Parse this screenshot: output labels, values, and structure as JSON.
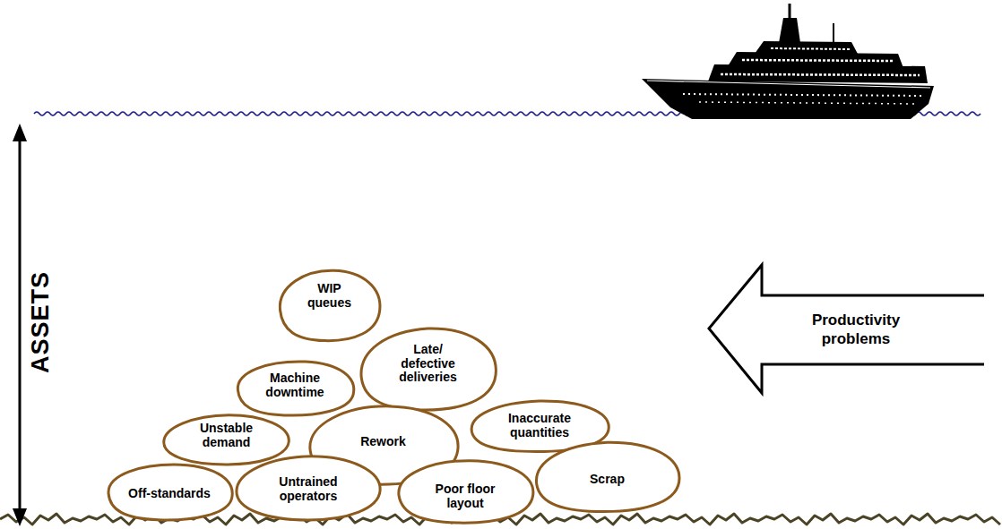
{
  "diagram": {
    "nodes": [
      {
        "text": [
          "WIP queues"
        ]
      },
      {
        "text": [
          "Late/ defective deliveries"
        ]
      },
      {
        "text": [
          "Machine downtime"
        ]
      },
      {
        "text": [
          "Unstable demand"
        ]
      },
      {
        "text": [
          "Rework"
        ]
      },
      {
        "text": [
          "Inaccurate quantities"
        ]
      },
      {
        "text": [
          "Off-standards"
        ]
      },
      {
        "text": [
          "Untrained operators"
        ]
      },
      {
        "text": [
          "Poor floor layout"
        ]
      },
      {
        "text": [
          "Scrap"
        ]
      },
      {
        "text": [
          "Productivity problems"
        ]
      }
    ],
    "labels": [
      "ASSETS"
    ]
  }
}
